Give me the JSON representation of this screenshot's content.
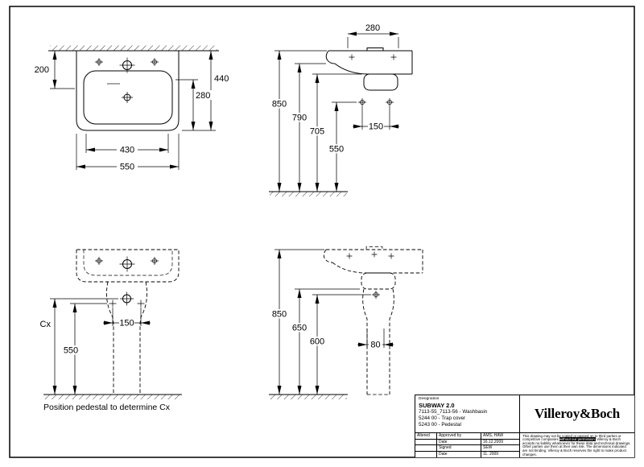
{
  "drawing": {
    "background": "#ffffff",
    "line_color": "#000000"
  },
  "views": {
    "basin_front": {
      "dims": {
        "d200": "200",
        "d440": "440",
        "d280": "280",
        "d430": "430",
        "d550": "550"
      }
    },
    "basin_side": {
      "dims": {
        "d280": "280",
        "d850": "850",
        "d790": "790",
        "d705": "705",
        "d550": "550",
        "d150": "150"
      }
    },
    "pedestal_front": {
      "dims": {
        "cx": "Cx",
        "d150": "150",
        "d550": "550"
      },
      "caption": "Position pedestal to determine Cx"
    },
    "pedestal_side": {
      "dims": {
        "d850": "850",
        "d650": "650",
        "d600": "600",
        "d80": "80"
      }
    }
  },
  "title_block": {
    "designation_label": "Designation",
    "product": "SUBWAY 2.0",
    "items": [
      "7113-55_7113-56 - Washbasin",
      "5244 00 - Trap cover",
      "5243 00 - Pedestal"
    ],
    "brand": "Villeroy&Boch",
    "approval": {
      "altered_label": "Altered",
      "rows": [
        {
          "label": "Approved by",
          "value": "AMS, HAW"
        },
        {
          "label": "Date",
          "value": "16.12.2009"
        },
        {
          "label": "Signed",
          "value": "SEW"
        },
        {
          "label": "Date",
          "value": "11. 2009"
        }
      ]
    },
    "legal": {
      "part1": "This drawing may not be copied or passed on to third parties or competitive companies ",
      "inverted": "without our permission.",
      "part2": " Villeroy & Boch accepts no liability whatsoever for these data and technical drawings. Other parties use them at their own risk. The dimensions indicated are not binding. Villeroy & Boch reserves the right to make product changes."
    }
  }
}
